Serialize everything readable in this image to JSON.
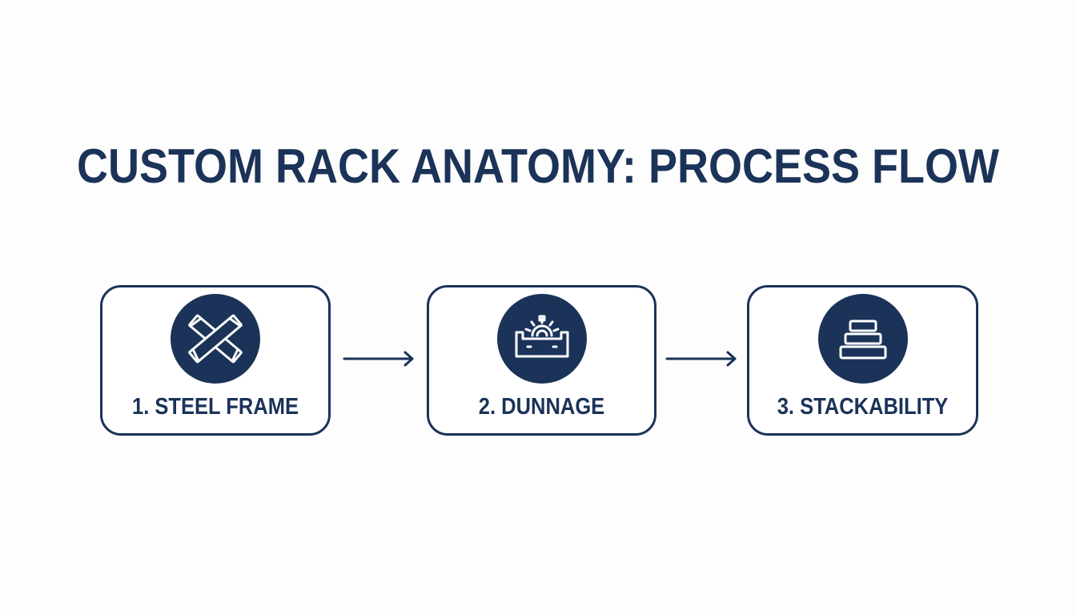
{
  "title": "CUSTOM RACK ANATOMY: PROCESS FLOW",
  "steps": [
    {
      "label": "1. STEEL FRAME",
      "icon": "crossed-beams-icon"
    },
    {
      "label": "2. DUNNAGE",
      "icon": "gear-tray-icon"
    },
    {
      "label": "3. STACKABILITY",
      "icon": "stacked-blocks-icon"
    }
  ],
  "colors": {
    "primary": "#1b3358",
    "background": "#fdfdfd",
    "icon_stroke": "#ffffff"
  }
}
